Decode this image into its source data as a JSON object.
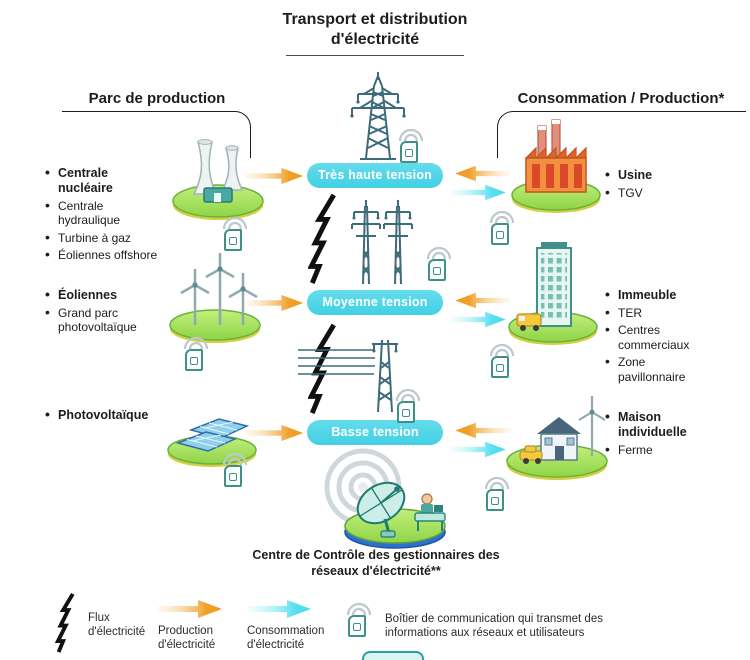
{
  "title": "Transport et distribution d'électricité",
  "sections": {
    "production_header": "Parc de production",
    "consumption_header": "Consommation / Production*"
  },
  "voltage_levels": [
    "Très haute tension",
    "Moyenne tension",
    "Basse tension"
  ],
  "production": {
    "group1": [
      "Centrale nucléaire",
      "Centrale hydraulique",
      "Turbine à gaz",
      "Éoliennes offshore"
    ],
    "group2": [
      "Éoliennes",
      "Grand parc photovoltaïque"
    ],
    "group3": [
      "Photovoltaïque"
    ]
  },
  "consumption": {
    "group1": [
      "Usine",
      "TGV"
    ],
    "group2": [
      "Immeuble",
      "TER",
      "Centres commerciaux",
      "Zone pavillonnaire"
    ],
    "group3": [
      "Maison individuelle",
      "Ferme"
    ]
  },
  "control_center_caption": "Centre de Contrôle des gestionnaires des réseaux d'électricité**",
  "legend": {
    "flux": "Flux d'électricité",
    "production": "Production d'électricité",
    "consumption": "Consommation d'électricité",
    "comm_box": "Boîtier de communication qui transmet des informations aux réseaux et utilisateurs"
  },
  "icons": {
    "lightning": "lightning-icon",
    "production_arrow": "production-arrow-icon",
    "consumption_arrow": "consumption-arrow-icon",
    "comm_box": "comm-box-icon",
    "transmission_tower": "transmission-tower-icon",
    "pylons": "pylon-icon",
    "power_poles": "power-pole-icon",
    "nuclear_plant": "nuclear-plant-icon",
    "wind_turbines": "wind-turbine-icon",
    "solar_panels": "solar-panel-icon",
    "factory": "factory-icon",
    "building": "building-icon",
    "house": "house-icon",
    "control_center": "control-center-icon"
  },
  "colors": {
    "accent_cyan": "#4dd4e7",
    "arrow_orange": "#f0a12c",
    "arrow_cyan": "#58dff0",
    "mound_green": "#9ddb55",
    "mound_rim_yellow": "#d5cf3f",
    "control_rim_blue": "#2f6fd0",
    "structure_teal": "#3e6b7b",
    "comm_teal": "#3f9089",
    "text_dark": "#1d1d1b"
  }
}
